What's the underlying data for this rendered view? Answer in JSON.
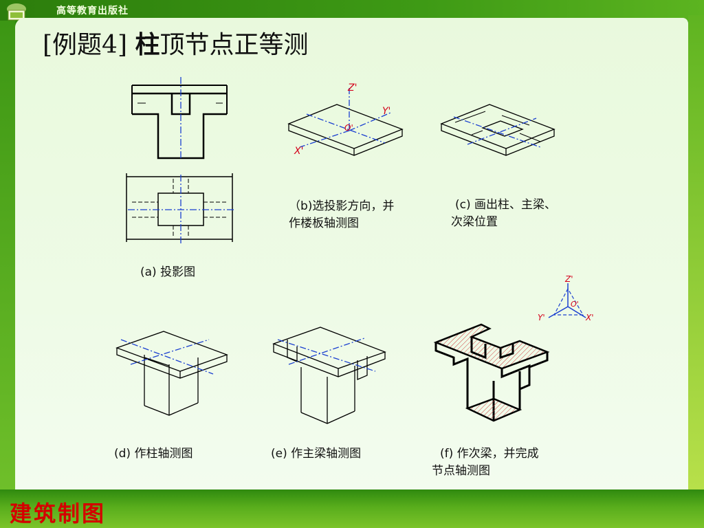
{
  "header": {
    "publisher": "高等教育出版社",
    "logo_icon": "publisher-logo-icon"
  },
  "title": {
    "part1": "[例",
    "part2": "题4]",
    "part3": "柱",
    "part4": "顶节点正等测"
  },
  "axis_labels": {
    "z": "Z'",
    "y": "Y'",
    "x": "X'",
    "o": "O'"
  },
  "captions": {
    "a": "(a) 投影图",
    "b_line1": "（b)选投影方向，并",
    "b_line2": "作楼板轴测图",
    "c_line1": "(c) 画出柱、主梁、",
    "c_line2": "次梁位置",
    "d": "(d) 作柱轴测图",
    "e": "(e) 作主梁轴测图",
    "f_line1": "(f) 作次梁，并完成",
    "f_line2": "节点轴测图"
  },
  "footer": {
    "title": "建筑制图"
  },
  "colors": {
    "axis_blue": "#1a3fd0",
    "axis_label_red": "#d4001a",
    "footer_red": "#d40000",
    "hatch_red": "#d04040"
  }
}
